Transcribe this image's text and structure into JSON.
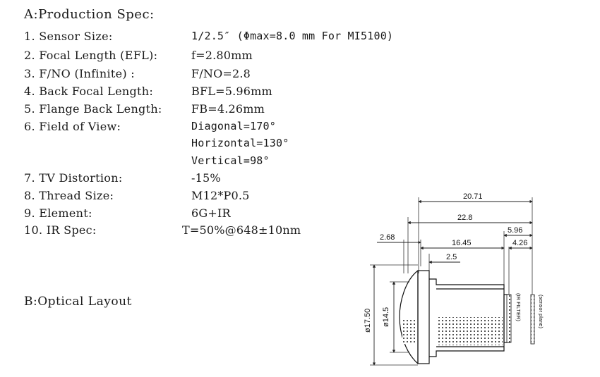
{
  "spec": {
    "section_title": "A:Production Spec:",
    "rows": [
      {
        "label": "1. Sensor Size:",
        "value": "1/2.5″ (Φmax=8.0 mm For MI5100)"
      },
      {
        "label": "2. Focal Length (EFL):",
        "value": "f=2.80mm"
      },
      {
        "label": "3. F/NO (Infinite) :",
        "value": "F/NO=2.8"
      },
      {
        "label": "4. Back Focal Length:",
        "value": "BFL=5.96mm"
      },
      {
        "label": "5. Flange Back Length:",
        "value": "FB=4.26mm"
      },
      {
        "label": "6. Field of View:",
        "value": "Diagonal=170°"
      },
      {
        "label": "",
        "value": "Horizontal=130°"
      },
      {
        "label": "",
        "value": "Vertical=98°"
      },
      {
        "label": "7. TV Distortion:",
        "value": "-15%"
      },
      {
        "label": "8. Thread Size:",
        "value": "M12*P0.5"
      },
      {
        "label": "9. Element:",
        "value": "6G+IR"
      },
      {
        "label": "10. IR Spec:",
        "value": "T=50%@648±10nm"
      }
    ]
  },
  "layout": {
    "section_title": "B:Optical Layout",
    "dimensions": {
      "d_20_71": "20.71",
      "d_22_8": "22.8",
      "d_5_96": "5.96",
      "d_4_26": "4.26",
      "d_2_68": "2.68",
      "d_16_45": "16.45",
      "d_2_5": "2.5",
      "d_17_50": "ø17.50",
      "d_14_5": "ø14.5"
    },
    "ir_filter_label": "(IR FILTER)",
    "sensor_label": "(sensor plane)"
  }
}
